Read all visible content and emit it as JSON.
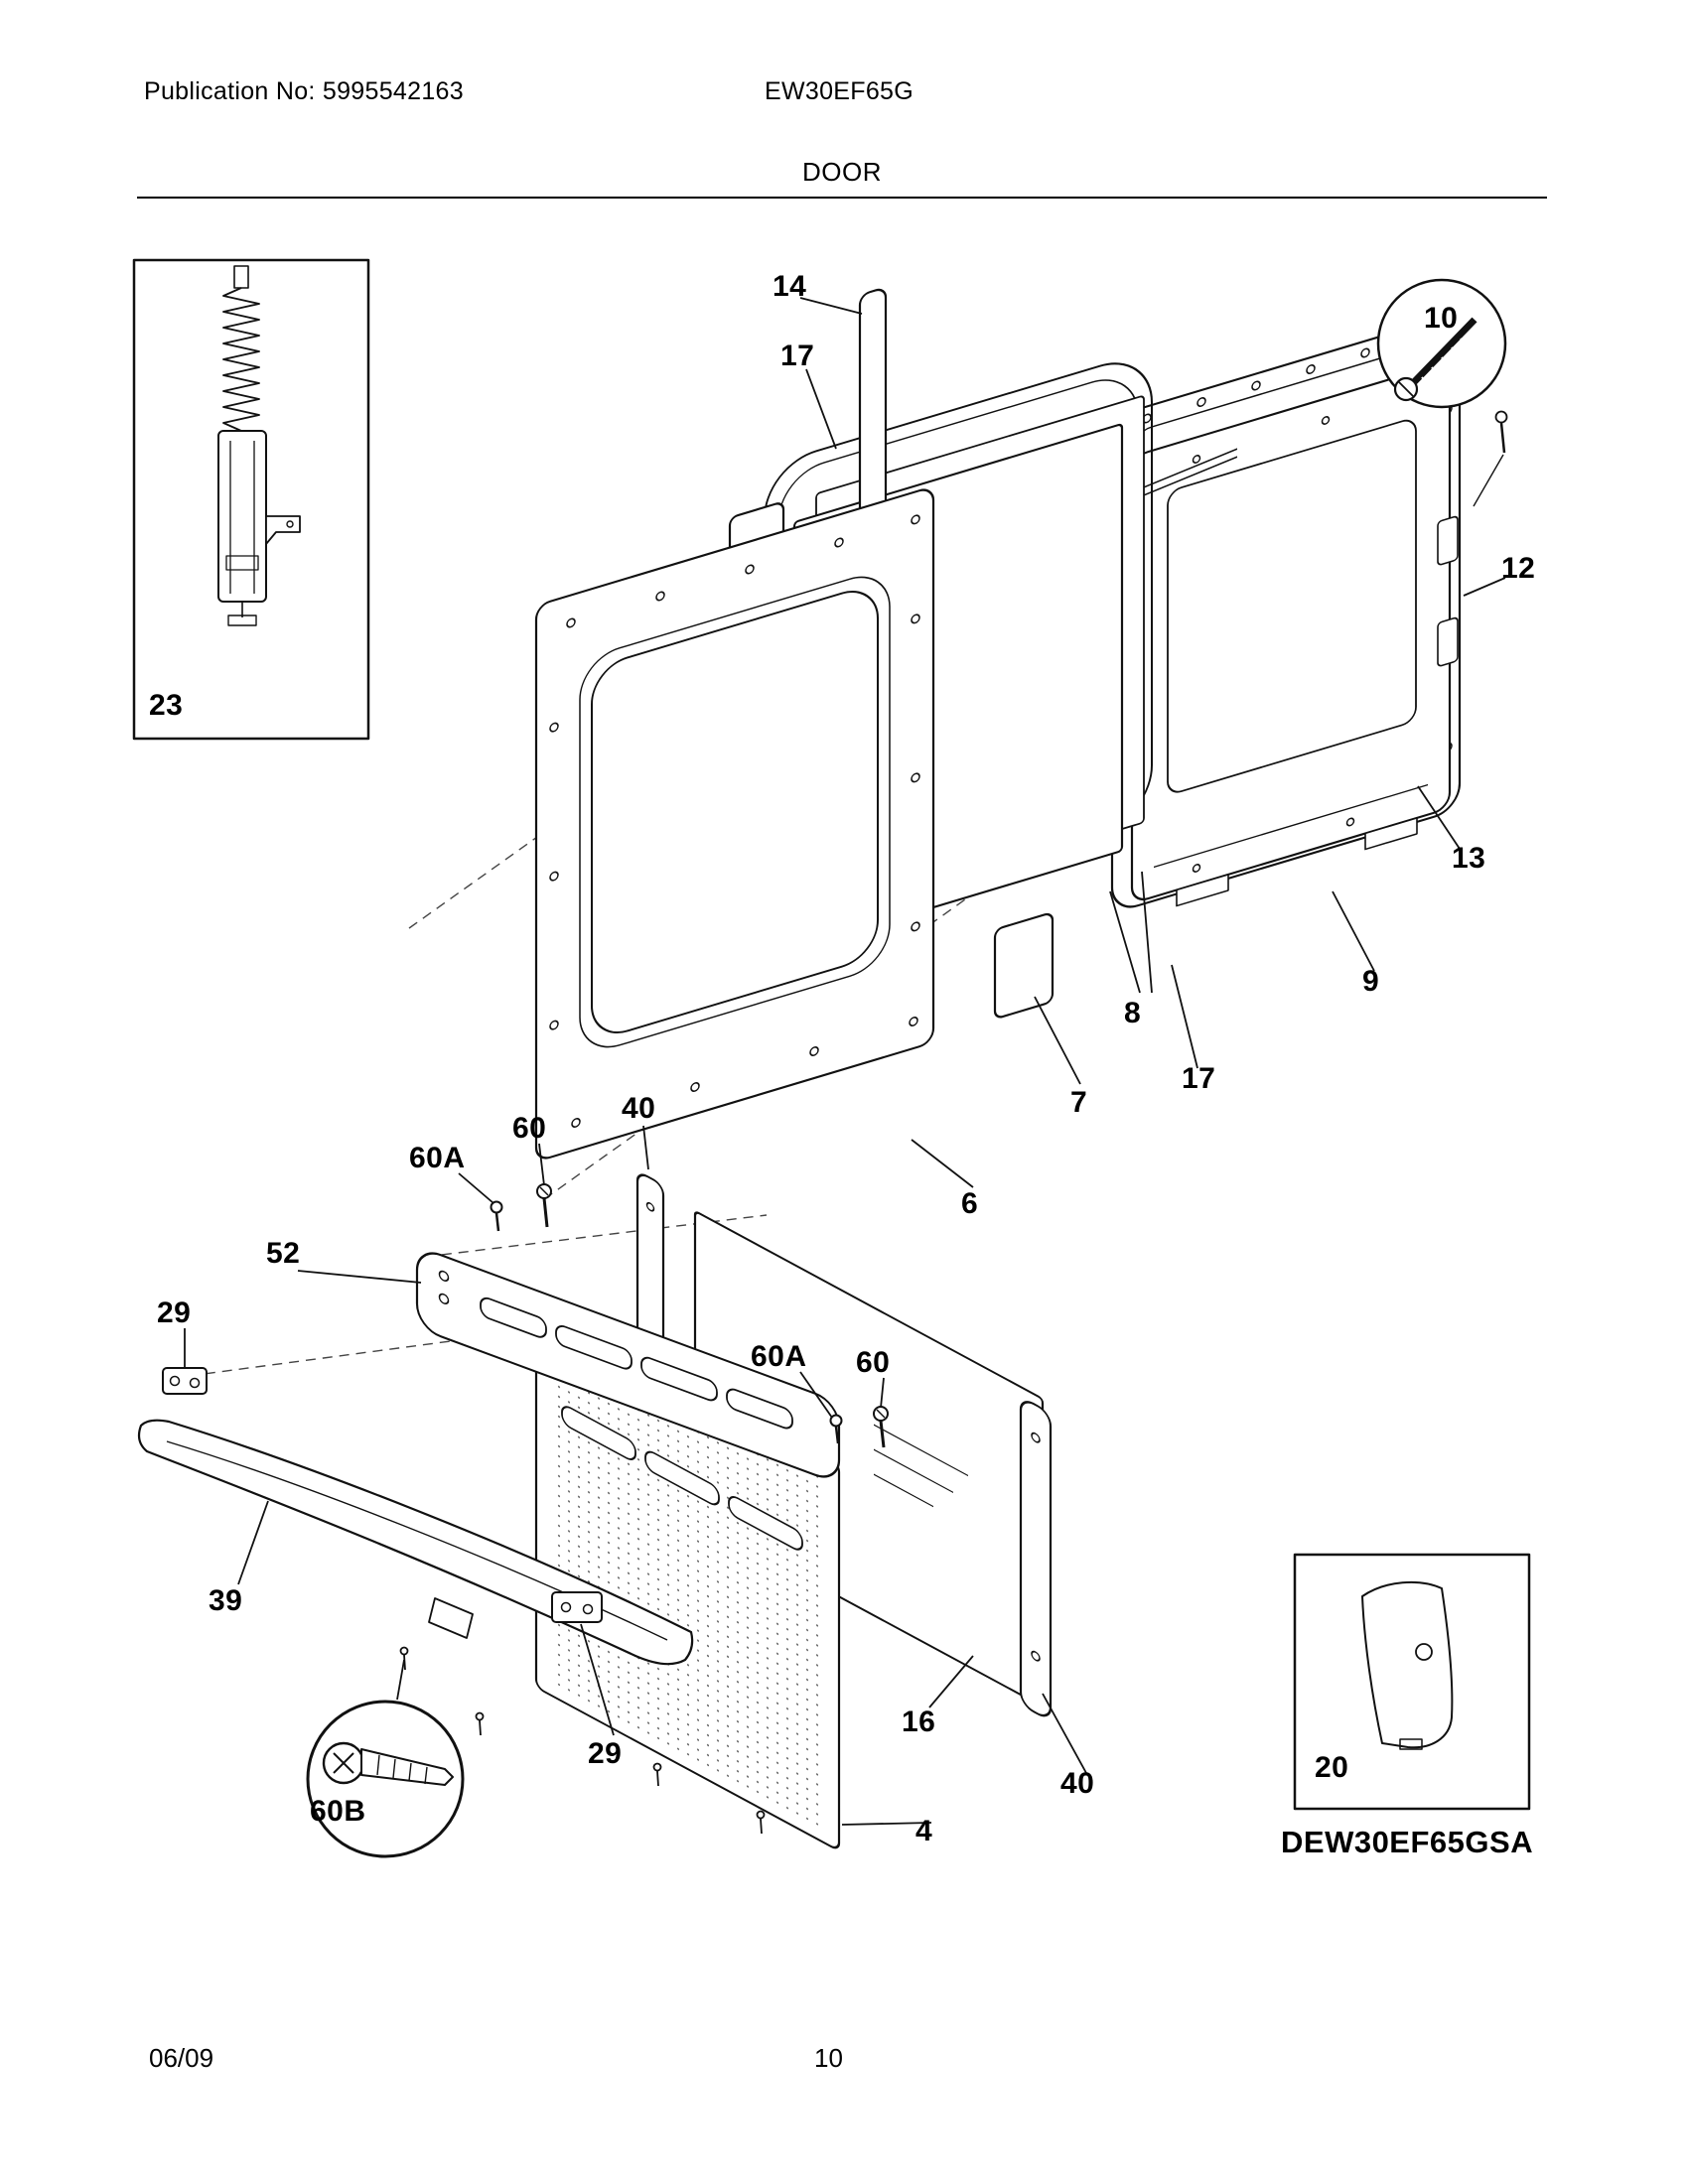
{
  "header": {
    "publication": "Publication No: 5995542163",
    "model": "EW30EF65G",
    "title": "DOOR"
  },
  "diagram": {
    "model_code": "DEW30EF65GSA",
    "callouts": [
      {
        "label": "14"
      },
      {
        "label": "17"
      },
      {
        "label": "10"
      },
      {
        "label": "12"
      },
      {
        "label": "13"
      },
      {
        "label": "9"
      },
      {
        "label": "8"
      },
      {
        "label": "17"
      },
      {
        "label": "7"
      },
      {
        "label": "6"
      },
      {
        "label": "23"
      },
      {
        "label": "60A"
      },
      {
        "label": "60"
      },
      {
        "label": "40"
      },
      {
        "label": "52"
      },
      {
        "label": "29"
      },
      {
        "label": "60A"
      },
      {
        "label": "60"
      },
      {
        "label": "39"
      },
      {
        "label": "16"
      },
      {
        "label": "29"
      },
      {
        "label": "40"
      },
      {
        "label": "4"
      },
      {
        "label": "60B"
      },
      {
        "label": "20"
      }
    ]
  },
  "footer": {
    "date": "06/09",
    "page": "10"
  }
}
